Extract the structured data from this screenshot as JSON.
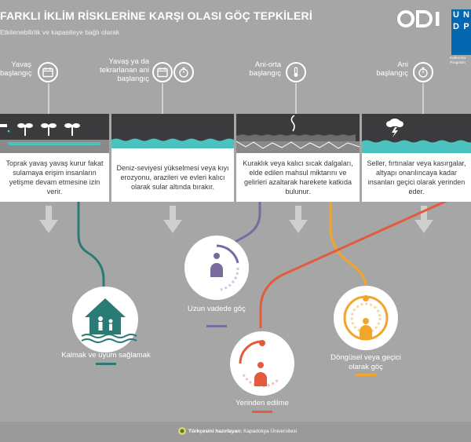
{
  "header": {
    "title": "FARKLI İKLİM RİSKLERİNE KARŞI OLASI GÖÇ TEPKİLERİ",
    "subtitle": "Etkilenebilirlik ve kapasiteye bağlı olarak"
  },
  "logos": {
    "odi": "ODI",
    "undp": [
      "U",
      "N",
      "D",
      "P"
    ],
    "undp_tagline": "Kalkınma Programı"
  },
  "onsets": [
    {
      "label": "Yavaş başlangıç",
      "icons": [
        "calendar-icon"
      ]
    },
    {
      "label": "Yavaş ya da tekrarlanan ani başlangıç",
      "icons": [
        "calendar-icon",
        "stopwatch-icon"
      ]
    },
    {
      "label": "Ani-orta başlangıç",
      "icons": [
        "thermometer-icon"
      ]
    },
    {
      "label": "Ani başlangıç",
      "icons": [
        "stopwatch-icon"
      ]
    }
  ],
  "risks": [
    {
      "text": "Toprak yavaş yavaş kurur fakat sulamaya erişim insanların yetişme devam etmesine izin verir."
    },
    {
      "text": "Deniz-seviyesi yükselmesi veya kıyı erozyonu, arazileri ve evleri kalıcı olarak sular altında bırakır."
    },
    {
      "text": "Kuraklık veya kalıcı sıcak dalgaları, elde edilen mahsul miktarını ve gelirleri azaltarak harekete katkıda bulunur."
    },
    {
      "text": "Seller, fırtınalar veya kasırgalar, altyapı onarılıncaya kadar insanları geçici olarak yerinden eder."
    }
  ],
  "outcomes": [
    {
      "label": "Kalmak ve uyum sağlamak",
      "color": "#2a7b76"
    },
    {
      "label": "Uzun vadede göç",
      "color": "#7a6a9e"
    },
    {
      "label": "Yerinden edilme",
      "color": "#e45a3c"
    },
    {
      "label": "Döngüsel veya geçici olarak göç",
      "color": "#f2a52a"
    }
  ],
  "colors": {
    "background": "#a6a6a6",
    "dark_band": "#3b3b3e",
    "water": "#49c2c0"
  },
  "footer": {
    "prefix": "Türkçesini hazırlayan:",
    "org": "Kapadokya Üniversitesi"
  }
}
